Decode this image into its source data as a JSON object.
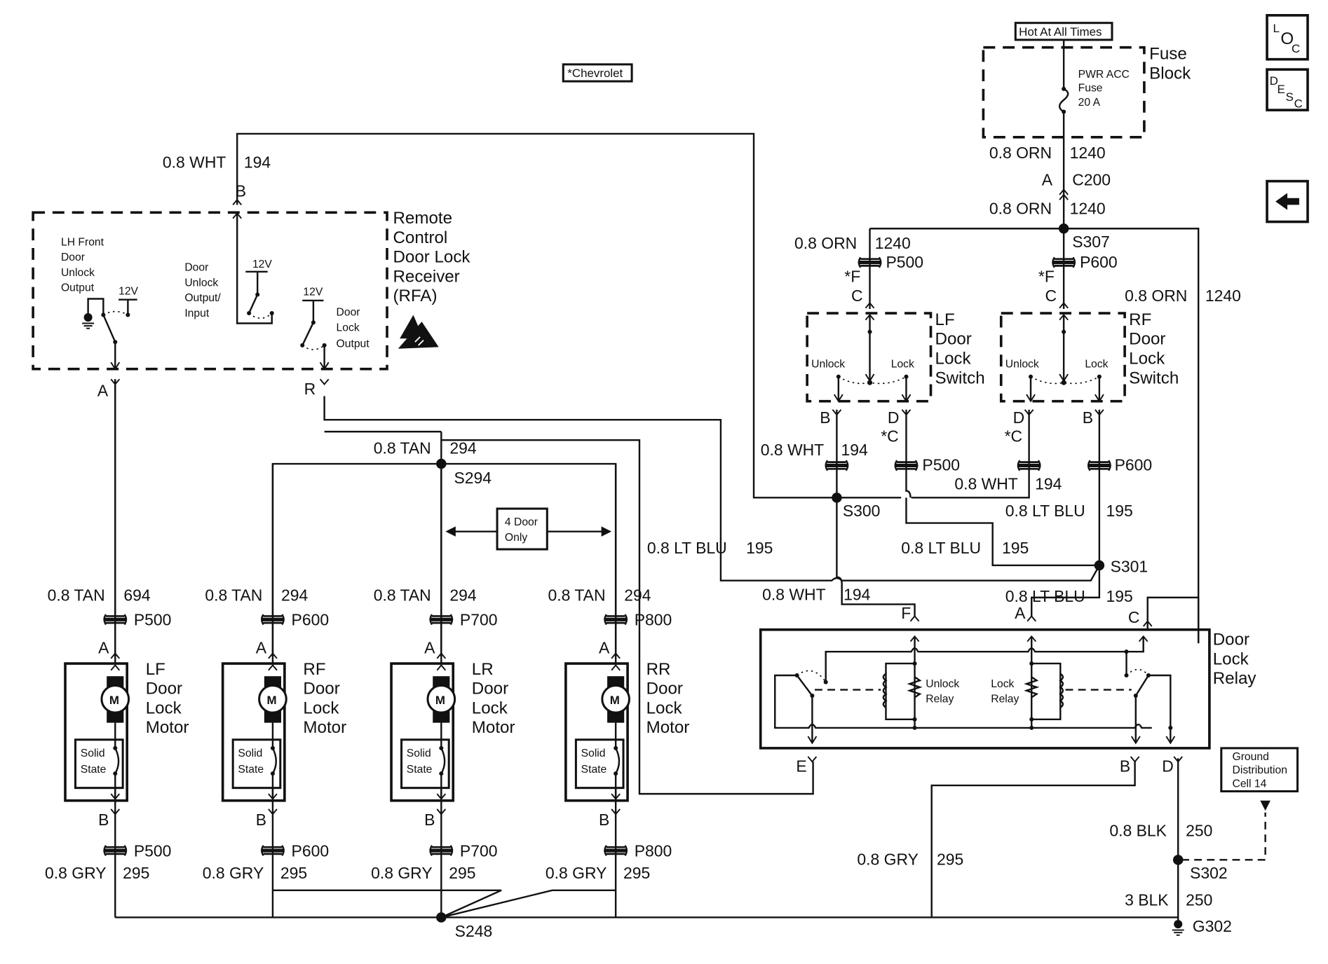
{
  "diagram": {
    "title": "Power Door Locks Schematic",
    "colors": {
      "ink": "#111111",
      "paper": "#ffffff"
    }
  },
  "nav": {
    "loc_button": {
      "l1": "L",
      "l2": "O",
      "l3": "C"
    },
    "desc_button": {
      "l1": "D",
      "l2": "E",
      "l3": "S",
      "l4": "C"
    },
    "back_icon": "left-arrow"
  },
  "notes": {
    "chevrolet": "*Chevrolet",
    "hot_at_all_times": "Hot At All Times",
    "four_door_only": [
      "4 Door",
      "Only"
    ],
    "ground_distribution": [
      "Ground",
      "Distribution",
      "Cell 14"
    ]
  },
  "fuse_block": {
    "title": [
      "Fuse",
      "Block"
    ],
    "fuse": [
      "PWR ACC",
      "Fuse",
      "20 A"
    ]
  },
  "receiver": {
    "title": [
      "Remote",
      "Control",
      "Door Lock",
      "Receiver",
      "(RFA)"
    ],
    "lh_front_unlock": [
      "LH Front",
      "Door",
      "Unlock",
      "Output"
    ],
    "door_unlock_io": [
      "Door",
      "Unlock",
      "Output/",
      "Input"
    ],
    "door_lock_output": [
      "Door",
      "Lock",
      "Output"
    ],
    "voltage": "12V",
    "pins": {
      "a": "A",
      "b": "B",
      "r": "R"
    }
  },
  "switches": {
    "lf": {
      "title": [
        "LF",
        "Door",
        "Lock",
        "Switch"
      ],
      "unlock": "Unlock",
      "lock": "Lock"
    },
    "rf": {
      "title": [
        "RF",
        "Door",
        "Lock",
        "Switch"
      ],
      "unlock": "Unlock",
      "lock": "Lock"
    }
  },
  "relay": {
    "title": [
      "Door",
      "Lock",
      "Relay"
    ],
    "unlock_relay": [
      "Unlock",
      "Relay"
    ],
    "lock_relay": [
      "Lock",
      "Relay"
    ],
    "pins": {
      "a": "A",
      "b": "B",
      "c": "C",
      "d": "D",
      "e": "E",
      "f": "F"
    }
  },
  "motors": [
    {
      "id": "lf",
      "title": [
        "LF",
        "Door",
        "Lock",
        "Motor"
      ],
      "wire_top": "0.8 TAN",
      "circuit_top": "694",
      "conn": "P500"
    },
    {
      "id": "rf",
      "title": [
        "RF",
        "Door",
        "Lock",
        "Motor"
      ],
      "wire_top": "0.8 TAN",
      "circuit_top": "294",
      "conn": "P600"
    },
    {
      "id": "lr",
      "title": [
        "LR",
        "Door",
        "Lock",
        "Motor"
      ],
      "wire_top": "0.8 TAN",
      "circuit_top": "294",
      "conn": "P700"
    },
    {
      "id": "rr",
      "title": [
        "RR",
        "Door",
        "Lock",
        "Motor"
      ],
      "wire_top": "0.8 TAN",
      "circuit_top": "294",
      "conn": "P800"
    }
  ],
  "motor_common": {
    "symbol": "M",
    "solid_state": [
      "Solid",
      "State"
    ],
    "pin_a": "A",
    "pin_b": "B",
    "wire_bottom": "0.8 GRY",
    "circuit_bottom": "295"
  },
  "labels": {
    "wht": "0.8 WHT",
    "c194": "194",
    "orn": "0.8 ORN",
    "c1240": "1240",
    "tan": "0.8 TAN",
    "c294": "294",
    "ltblu": "0.8 LT BLU",
    "c195": "195",
    "gry": "0.8 GRY",
    "c295": "295",
    "blk08": "0.8 BLK",
    "blk3": "3 BLK",
    "c250": "250",
    "pin_a": "A",
    "pin_b": "B",
    "pin_c": "C",
    "pin_d": "D",
    "star_f": "*F",
    "star_c": "*C"
  },
  "connectors": {
    "c200": "C200",
    "p500": "P500",
    "p600": "P600",
    "p700": "P700",
    "p800": "P800"
  },
  "splices": {
    "s307": "S307",
    "s294": "S294",
    "s300": "S300",
    "s301": "S301",
    "s248": "S248",
    "s302": "S302",
    "g302": "G302"
  }
}
